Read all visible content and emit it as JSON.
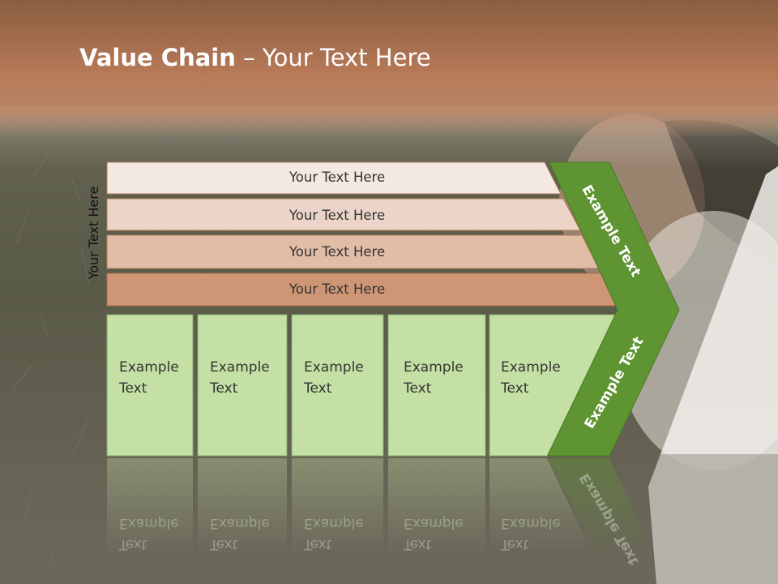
{
  "title": {
    "bold": "Value Chain",
    "rest": " – Your Text Here"
  },
  "side_label": "Your Text Here",
  "bars": [
    {
      "label": "Your Text Here",
      "color": "#f4e8e2"
    },
    {
      "label": "Your Text Here",
      "color": "#ecd5c8"
    },
    {
      "label": "Your Text Here",
      "color": "#e2bda6"
    },
    {
      "label": "Your Text Here",
      "color": "#cf9675"
    }
  ],
  "columns": [
    {
      "line1": "Example",
      "line2": "Text"
    },
    {
      "line1": "Example",
      "line2": "Text"
    },
    {
      "line1": "Example",
      "line2": "Text"
    },
    {
      "line1": "Example",
      "line2": "Text"
    },
    {
      "line1": "Example",
      "line2": "Text"
    }
  ],
  "chevron_top": "Example Text",
  "chevron_bottom": "Example Text",
  "colors": {
    "column_fill": "#c4e0a4",
    "chevron_green": "#5e9431",
    "header_band": "#b9785a"
  }
}
